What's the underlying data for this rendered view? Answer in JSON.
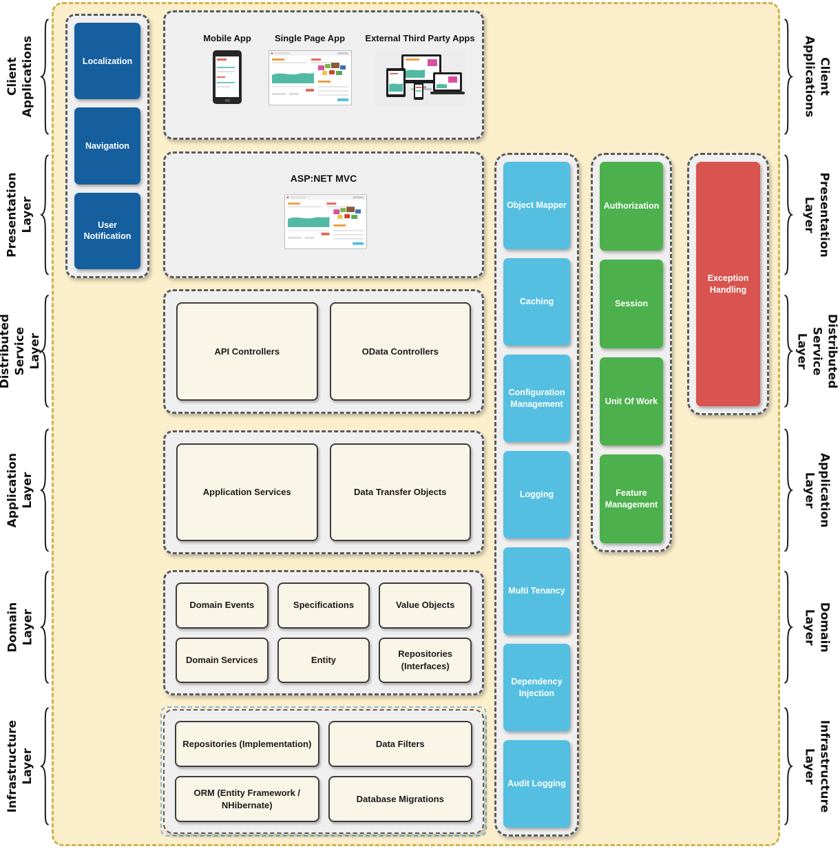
{
  "layers": [
    {
      "label": "Client\nApplications"
    },
    {
      "label": "Presentation\nLayer"
    },
    {
      "label": "Distributed\nService Layer"
    },
    {
      "label": "Application\nLayer"
    },
    {
      "label": "Domain\nLayer"
    },
    {
      "label": "Infrastructure\nLayer"
    }
  ],
  "client_column": {
    "items": [
      "Localization",
      "Navigation",
      "User Notification"
    ]
  },
  "client_apps": {
    "apps": [
      {
        "label": "Mobile App",
        "thumb": "phone-thumbnail"
      },
      {
        "label": "Single Page App",
        "thumb": "dashboard-thumbnail"
      },
      {
        "label": "External Third Party Apps",
        "thumb": "devices-thumbnail"
      }
    ]
  },
  "presentation": {
    "title": "ASP:NET MVC",
    "thumb": "dashboard-thumbnail"
  },
  "distributed_service": {
    "boxes": [
      "API Controllers",
      "OData Controllers"
    ]
  },
  "application_layer": {
    "boxes": [
      "Application Services",
      "Data Transfer Objects"
    ]
  },
  "domain_layer": {
    "boxes": [
      "Domain Events",
      "Specifications",
      "Value Objects",
      "Domain Services",
      "Entity",
      "Repositories (Interfaces)"
    ]
  },
  "infrastructure_layer": {
    "boxes": [
      "Repositories (Implementation)",
      "Data Filters",
      "ORM (Entity Framework / NHibernate)",
      "Database Migrations"
    ]
  },
  "cross_cutting": {
    "cyan": [
      "Object Mapper",
      "Caching",
      "Configuration Management",
      "Logging",
      "Multi Tenancy",
      "Dependency Injection",
      "Audit Logging"
    ],
    "green": [
      "Authorization",
      "Session",
      "Unit Of Work",
      "Feature Management"
    ],
    "red": [
      "Exception Handling"
    ]
  },
  "colors": {
    "canvas_bg": "#fbeeca",
    "canvas_border": "#d2b14c",
    "panel_bg": "#efefef",
    "panel_border": "#5a5a5a",
    "blue_box": "#155f9f",
    "cyan_box": "#54bfe0",
    "green_box": "#4cb04c",
    "red_box": "#d9534f",
    "cream_box": "#f9f5e7",
    "cream_box_border": "#3c3c3c",
    "infrastructure_outline": "#7db3e8",
    "chart_teal": "#52b9a5"
  }
}
